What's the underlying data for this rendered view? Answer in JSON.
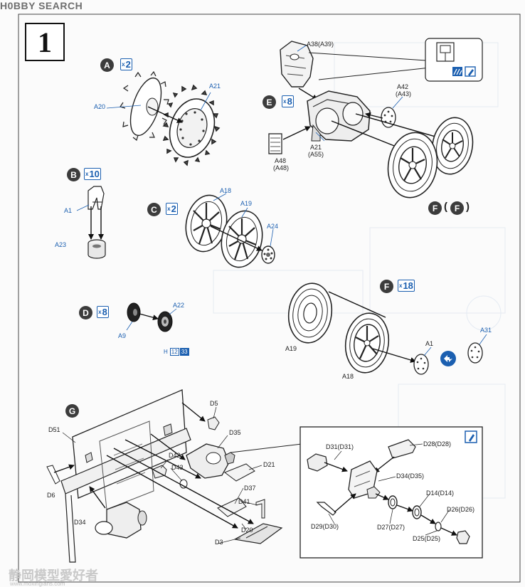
{
  "watermark": {
    "top": "H0BBY SEARCH",
    "bottom": "静岡模型愛好者",
    "url": "www.moxingfans.com"
  },
  "step_number": "1",
  "groups": {
    "A": {
      "letter": "A",
      "mult": "2"
    },
    "B": {
      "letter": "B",
      "mult": "10"
    },
    "C": {
      "letter": "C",
      "mult": "2"
    },
    "D": {
      "letter": "D",
      "mult": "8"
    },
    "E": {
      "letter": "E",
      "mult": "8"
    },
    "F1": {
      "letter": "F",
      "inner": "F"
    },
    "F2": {
      "letter": "F",
      "mult": "18"
    },
    "G": {
      "letter": "G"
    }
  },
  "labels": {
    "A20": "A20",
    "A21_a": "A21",
    "A1_b": "A1",
    "A23": "A23",
    "A18_c": "A18",
    "A19_c": "A19",
    "A24": "A24",
    "A22": "A22",
    "A9": "A9",
    "H_ref": "H",
    "H_num1": "12",
    "H_num2": "33",
    "A38": "A38(A39)",
    "A42": "A42",
    "A43": "(A43)",
    "A48": "A48",
    "A48p": "(A48)",
    "A21_e": "A21",
    "A55": "(A55)",
    "A19_f": "A19",
    "A18_f": "A18",
    "A1_f": "A1",
    "A31": "A31",
    "D5": "D5",
    "D51": "D51",
    "D35": "D35",
    "D42": "D42",
    "D43": "D43",
    "D21": "D21",
    "D37": "D37",
    "D41": "D41",
    "D6": "D6",
    "D34": "D34",
    "D20": "D20",
    "D3": "D3",
    "D31": "D31(D31)",
    "D28": "D28(D28)",
    "D34b": "D34(D35)",
    "D14": "D14(D14)",
    "D26": "D26(D26)",
    "D29": "D29(D30)",
    "D27": "D27(D27)",
    "D25": "D25(D25)"
  }
}
